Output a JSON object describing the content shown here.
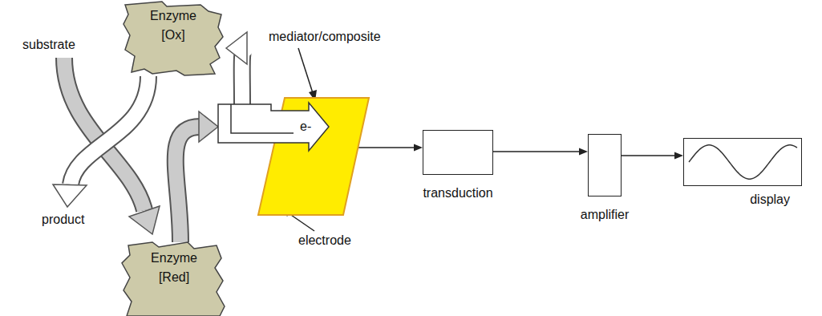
{
  "diagram": {
    "nodes": [
      {
        "text": [
          "Enzyme [Ox]"
        ]
      },
      {
        "text": [
          "Enzyme [Red]"
        ]
      },
      {
        "text": [
          "e-"
        ]
      },
      {
        "text": [
          "transduction"
        ]
      },
      {
        "text": [
          "amplifier"
        ]
      },
      {
        "text": [
          "display"
        ]
      }
    ],
    "edges": [
      {
        "from": 1,
        "to": 2,
        "arrow": "to"
      },
      {
        "from": 2,
        "to": 0,
        "arrow": "to"
      },
      {
        "from": 2,
        "to": 3,
        "arrow": "to"
      },
      {
        "from": 3,
        "to": 4,
        "arrow": "to"
      },
      {
        "from": 4,
        "to": 5,
        "arrow": "to"
      }
    ],
    "labels": [
      "substrate",
      "product",
      "mediator/composite",
      "electrode"
    ]
  }
}
